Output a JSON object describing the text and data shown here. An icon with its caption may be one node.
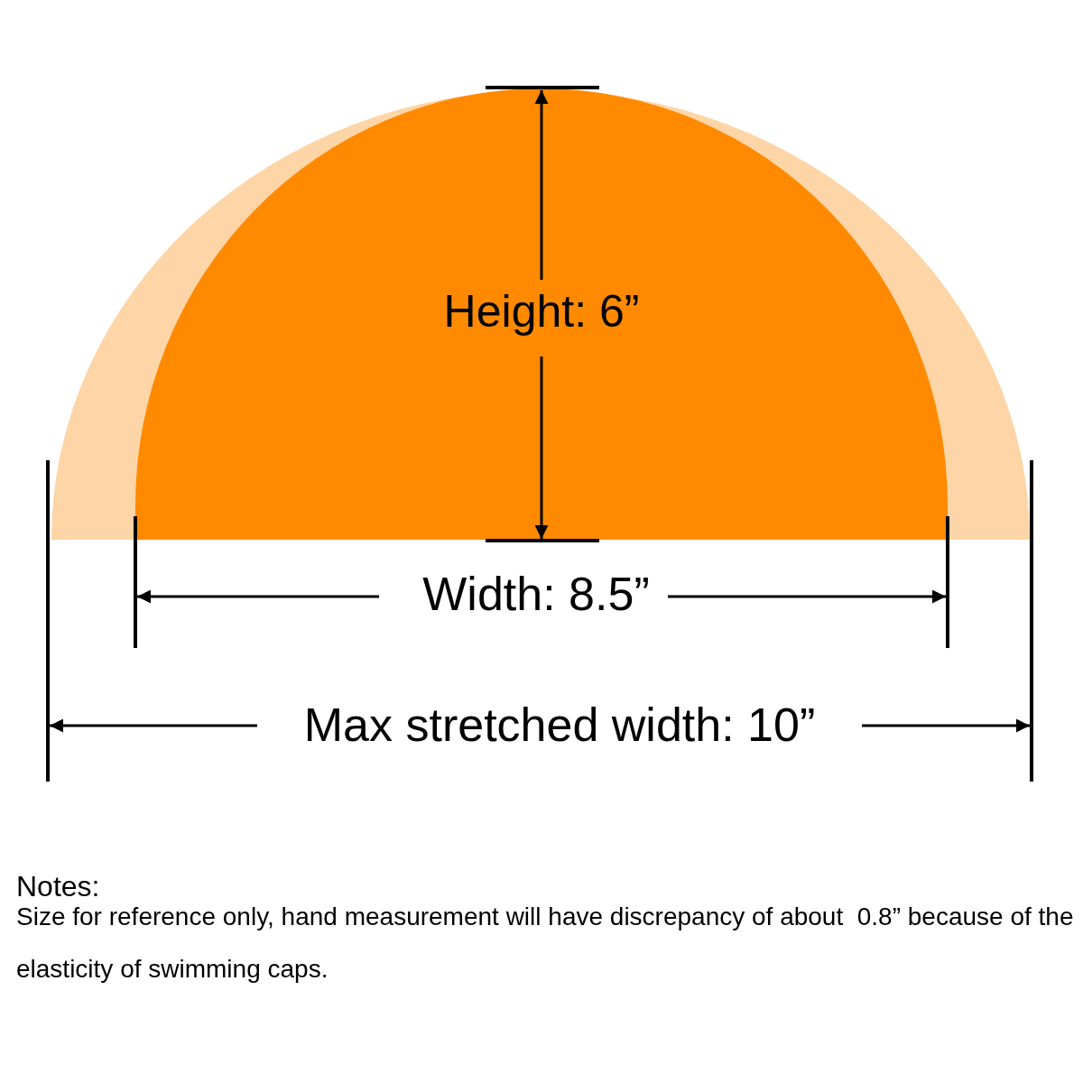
{
  "diagram": {
    "labels": [
      "Height: 6”",
      "Width: 8.5”",
      "Max stretched width: 10”",
      "Notes:",
      "Size for reference only, hand measurement will have discrepancy of about  0.8” because of the elasticity of swimming caps."
    ]
  }
}
